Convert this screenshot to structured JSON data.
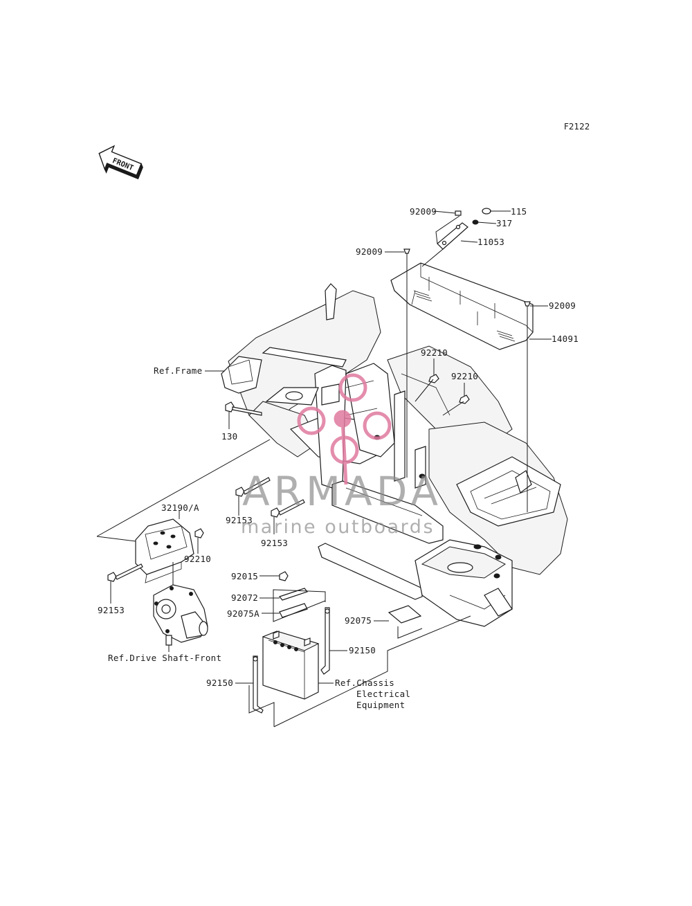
{
  "figure_code": "F2122",
  "front_arrow_label": "FRONT",
  "watermark": {
    "brand": "ARMADA",
    "tagline": "marine outboards",
    "color": "#e07a9e"
  },
  "parts": {
    "p92009_top": "92009",
    "p115": "115",
    "p317": "317",
    "p11053": "11053",
    "p92009_mid": "92009",
    "p92009_right": "92009",
    "p14091": "14091",
    "ref_frame": "Ref.Frame",
    "p92210_a": "92210",
    "p92210_b": "92210",
    "p130": "130",
    "p32190a": "32190/A",
    "p92153_a": "92153",
    "p92153_b": "92153",
    "p92210_c": "92210",
    "p92153_c": "92153",
    "ref_drive_shaft": "Ref.Drive Shaft-Front",
    "p92015": "92015",
    "p92072": "92072",
    "p92075a": "92075A",
    "p92075": "92075",
    "p92150_a": "92150",
    "p92150_b": "92150",
    "ref_chassis_1": "Ref.Chassis",
    "ref_chassis_2": "Electrical",
    "ref_chassis_3": "Equipment"
  }
}
